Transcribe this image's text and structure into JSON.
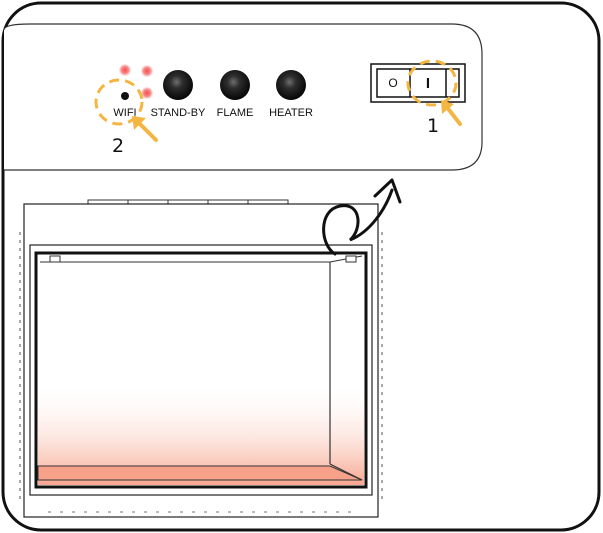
{
  "panel": {
    "buttons": [
      {
        "id": "wifi",
        "label": "WIFI"
      },
      {
        "id": "standby",
        "label": "STAND-BY"
      },
      {
        "id": "flame",
        "label": "FLAME"
      },
      {
        "id": "heater",
        "label": "HEATER"
      }
    ],
    "power_switch": {
      "off_symbol": "O",
      "on_symbol": "I"
    }
  },
  "steps": [
    {
      "number": "1",
      "target": "power_switch"
    },
    {
      "number": "2",
      "target": "wifi_button"
    }
  ],
  "colors": {
    "outline": "#111111",
    "highlight": "#f4b642",
    "indicator_led": "#f36b6b",
    "flame_glow": "#f7a18a"
  },
  "icons": {
    "rotate_arrow": "curved-rotate-arrow-icon",
    "pointer": "pointer-arrow-icon"
  }
}
